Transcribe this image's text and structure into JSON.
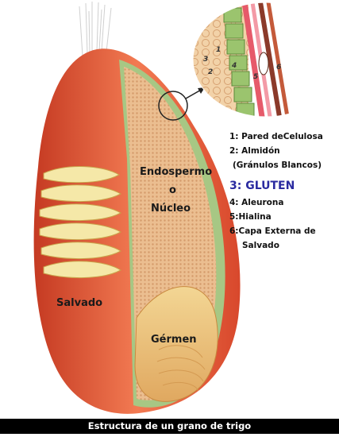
{
  "diagram": {
    "regions": {
      "endosperm_line1": "Endospermo",
      "endosperm_line2": "o",
      "endosperm_line3": "Núcleo",
      "bran": "Salvado",
      "germ": "Gérmen"
    },
    "inset_numbers": [
      "1",
      "2",
      "3",
      "4",
      "5",
      "6"
    ],
    "legend": [
      "1: Pared deCelulosa",
      "2: Almidón",
      "(Gránulos Blancos)",
      "3:  GLUTEN",
      "4: Aleurona",
      "5:Hialina",
      "6:Capa Externa de",
      "Salvado"
    ],
    "caption": "Estructura de un grano de trigo"
  },
  "colors": {
    "bran": "#e8553a",
    "endosperm": "#e9b98a",
    "germ": "#e8c27a",
    "aleurone": "#9cc07a",
    "gluten_text": "#2a2aa0"
  }
}
